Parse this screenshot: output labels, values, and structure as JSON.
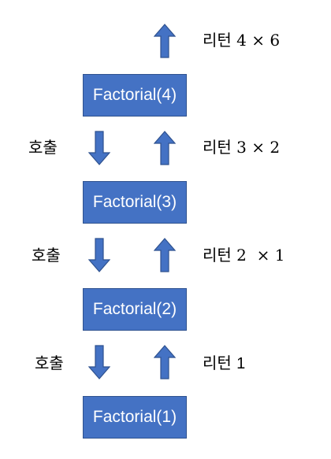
{
  "colors": {
    "box_fill": "#4472c4",
    "box_border": "#2f528f",
    "arrow_fill": "#4472c4",
    "arrow_stroke": "#2f528f",
    "text": "#000000"
  },
  "boxes": [
    "Factorial(4)",
    "Factorial(3)",
    "Factorial(2)",
    "Factorial(1)"
  ],
  "call_labels": [
    "호출",
    "호출",
    "호출"
  ],
  "returns": [
    {
      "word": "리턴",
      "value": "4 × 6"
    },
    {
      "word": "리턴",
      "value": "3 × 2"
    },
    {
      "word": "리턴",
      "value": "2  × 1"
    },
    {
      "word": "리턴",
      "value": "1"
    }
  ]
}
